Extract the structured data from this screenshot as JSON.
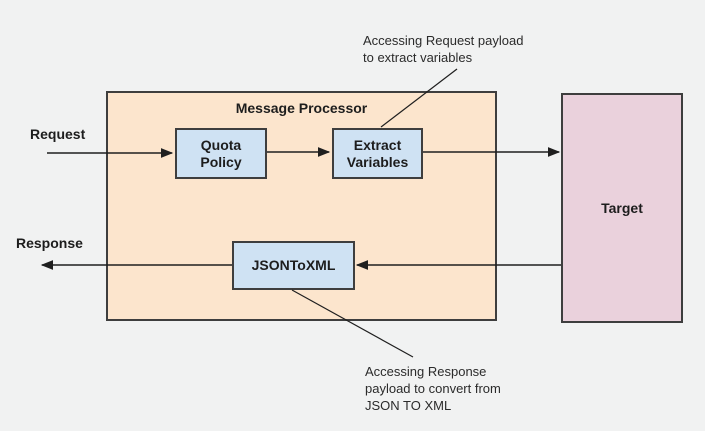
{
  "flow": {
    "request_label": "Request",
    "response_label": "Response"
  },
  "processor": {
    "title": "Message Processor",
    "nodes": {
      "quota": "Quota\nPolicy",
      "extract": "Extract\nVariables",
      "jsontoxml": "JSONToXML"
    }
  },
  "target": {
    "label": "Target"
  },
  "annotations": {
    "request_payload": "Accessing Request payload\nto extract variables",
    "response_payload": "Accessing Response\npayload to convert from\nJSON TO XML"
  },
  "colors": {
    "background": "#f1f2f2",
    "processor_fill": "#fce5cd",
    "node_fill": "#cfe2f3",
    "target_fill": "#ead1dc",
    "border": "#3e3e3e",
    "connector": "#1f1f1f"
  }
}
